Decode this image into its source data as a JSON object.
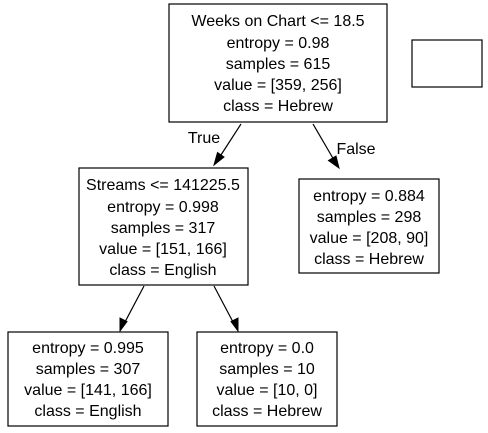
{
  "tree": {
    "nodes": [
      {
        "id": "root",
        "lines": [
          "Weeks on Chart <= 18.5",
          "entropy = 0.98",
          "samples = 615",
          "value = [359, 256]",
          "class = Hebrew"
        ]
      },
      {
        "id": "left",
        "lines": [
          "Streams <= 141225.5",
          "entropy = 0.998",
          "samples = 317",
          "value = [151, 166]",
          "class = English"
        ]
      },
      {
        "id": "right",
        "lines": [
          "entropy = 0.884",
          "samples = 298",
          "value = [208, 90]",
          "class = Hebrew"
        ]
      },
      {
        "id": "left-left",
        "lines": [
          "entropy = 0.995",
          "samples = 307",
          "value = [141, 166]",
          "class = English"
        ]
      },
      {
        "id": "left-right",
        "lines": [
          "entropy = 0.0",
          "samples = 10",
          "value = [10, 0]",
          "class = Hebrew"
        ]
      }
    ],
    "edge_labels": {
      "true_label": "True",
      "false_label": "False"
    }
  }
}
